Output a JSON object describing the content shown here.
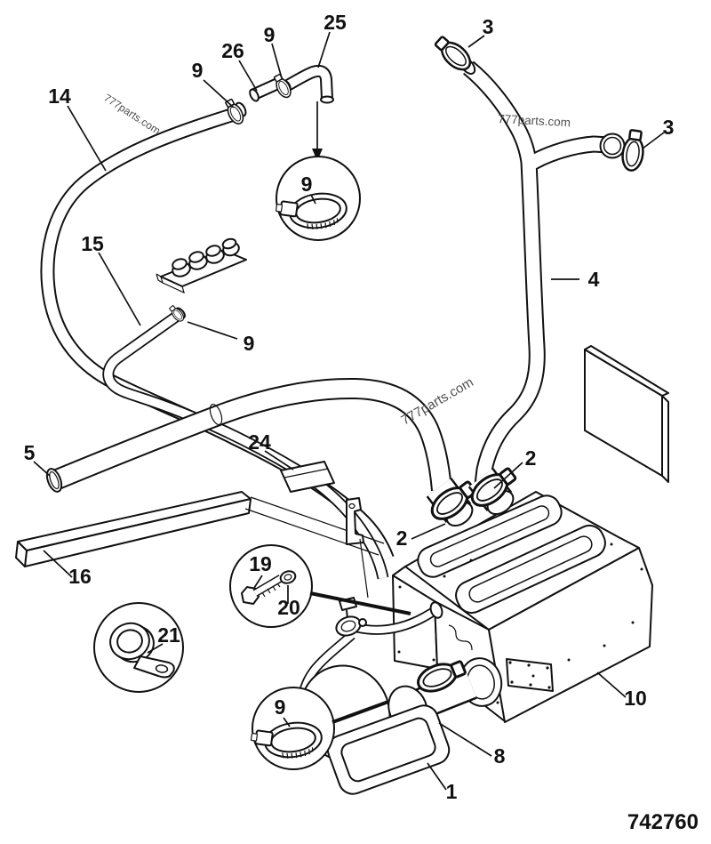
{
  "colors": {
    "background": "#ffffff",
    "line": "#111111",
    "watermark": "#4f4f4f",
    "label": "#111111"
  },
  "watermark": {
    "text": "777parts.com"
  },
  "drawing_number": "742760",
  "callouts": {
    "c14": "14",
    "c9_hose14": "9",
    "c26": "26",
    "c9_pipe26": "9",
    "c25": "25",
    "c3_left": "3",
    "c3_right": "3",
    "c9_detail_top": "9",
    "c15": "15",
    "c9_hose15": "9",
    "c4": "4",
    "c5": "5",
    "c24": "24",
    "c2_right": "2",
    "c2_lower": "2",
    "c16": "16",
    "c19": "19",
    "c20": "20",
    "c21": "21",
    "c9_detail_bottom": "9",
    "c8": "8",
    "c1": "1",
    "c10": "10"
  }
}
